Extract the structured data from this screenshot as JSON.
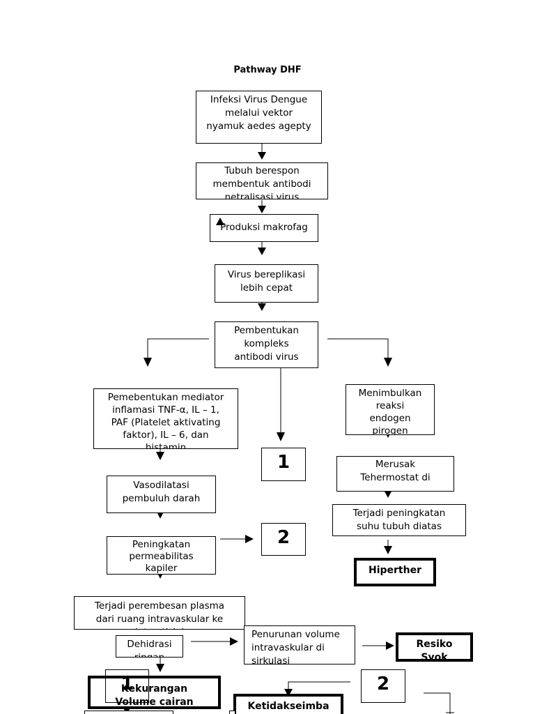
{
  "diagram": {
    "title": "Pathway DHF",
    "nodes": {
      "infeksi": "Infeksi Virus Dengue\nmelalui vektor\nnyamuk aedes agepty",
      "tubuh": "Tubuh berespon\nmembentuk antibodi\nnetralisasi virus",
      "produksi": "Produksi makrofag",
      "virus": "Virus bereplikasi\nlebih cepat",
      "pembentukan": "Pembentukan\nkompleks\nantibodi virus",
      "mediator": "Pemebentukan mediator\ninflamasi TNF-α, IL – 1,\nPAF (Platelet aktivating\nfaktor), IL – 6, dan\nhistamin",
      "menimbulkan": "Menimbulkan\nreaksi\nendogen\npirogen",
      "num1a": "1",
      "merusak": "Merusak\nTehermostat di",
      "vasodilatasi": "Vasodilatasi\npembuluh darah",
      "terjadiSuhu": "Terjadi peningkatan\nsuhu tubuh diatas",
      "num2a": "2",
      "peningkatan": "Peningkatan\npermeabilitas\nkapiler",
      "hiperther": "Hiperther",
      "perembesan": "Terjadi perembesan plasma\ndari ruang intravaskular ke\ninterstisial",
      "dehidrasi": "Dehidrasi\nringan",
      "penurunan": "Penurunan volume\nintravaskular di\nsirkulasi",
      "resiko": "Resiko\nSyok",
      "kekurangan": "Kekurangan\nVolume cairan",
      "num1b": "1",
      "num2b": "2",
      "ketidakseimbangan": "Ketidakseimba\nngan"
    }
  }
}
